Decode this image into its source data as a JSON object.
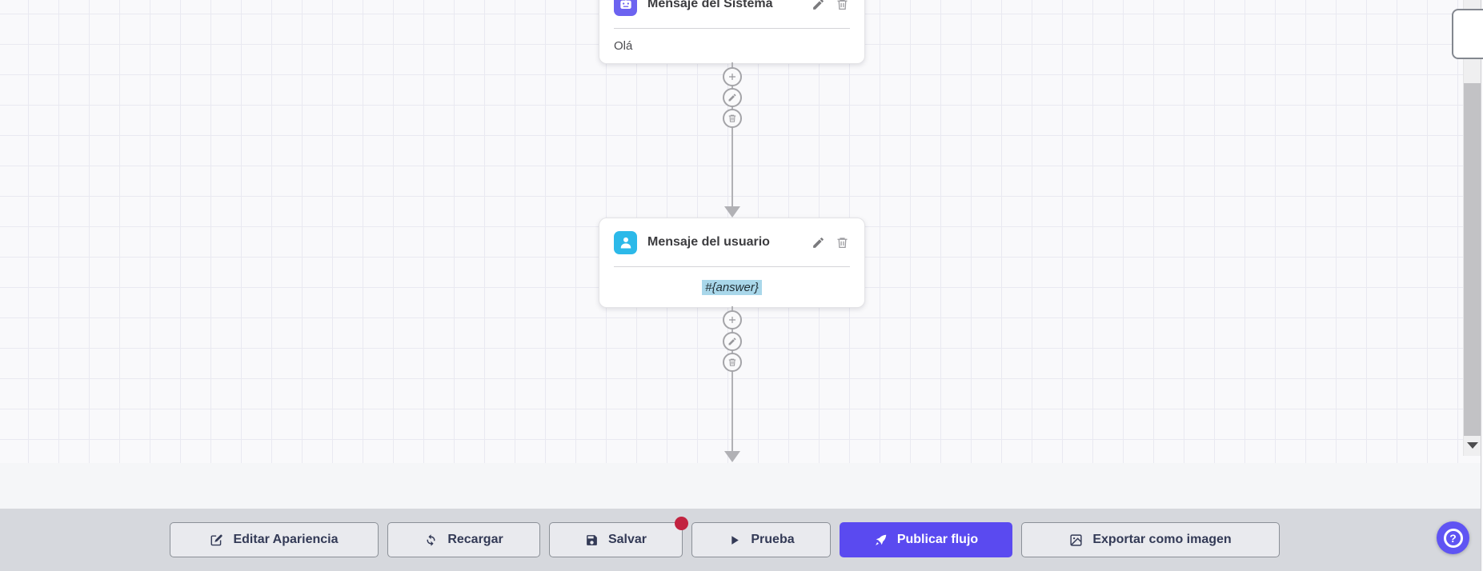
{
  "canvas": {
    "nodes": [
      {
        "title": "Mensaje del Sistema",
        "body": "Olá",
        "icon": "robot-icon",
        "icon_bg": "#6c63f0"
      },
      {
        "title": "Mensaje del usuario",
        "body": "#{answer}",
        "icon": "user-icon",
        "icon_bg": "#2cb9e9"
      }
    ],
    "node_action_icons": [
      "pencil-icon",
      "trash-icon"
    ],
    "connector_action_icons": [
      "plus-icon",
      "pencil-icon",
      "trash-icon"
    ]
  },
  "toolbar": {
    "edit_appearance_label": "Editar Apariencia",
    "reload_label": "Recargar",
    "save_label": "Salvar",
    "test_label": "Prueba",
    "publish_label": "Publicar flujo",
    "export_label": "Exportar como imagen"
  },
  "help": {
    "label": "?"
  },
  "colors": {
    "primary_purple": "#5a4af0",
    "help_purple": "#5f54f3",
    "save_badge_red": "#c22340",
    "system_icon_bg": "#6c63f0",
    "user_icon_bg": "#2cb9e9",
    "answer_highlight": "#a9d7ea",
    "toolbar_bg": "#d6d8dd",
    "canvas_bg": "#f9f9fb",
    "grid_line": "#e9e9f1"
  }
}
